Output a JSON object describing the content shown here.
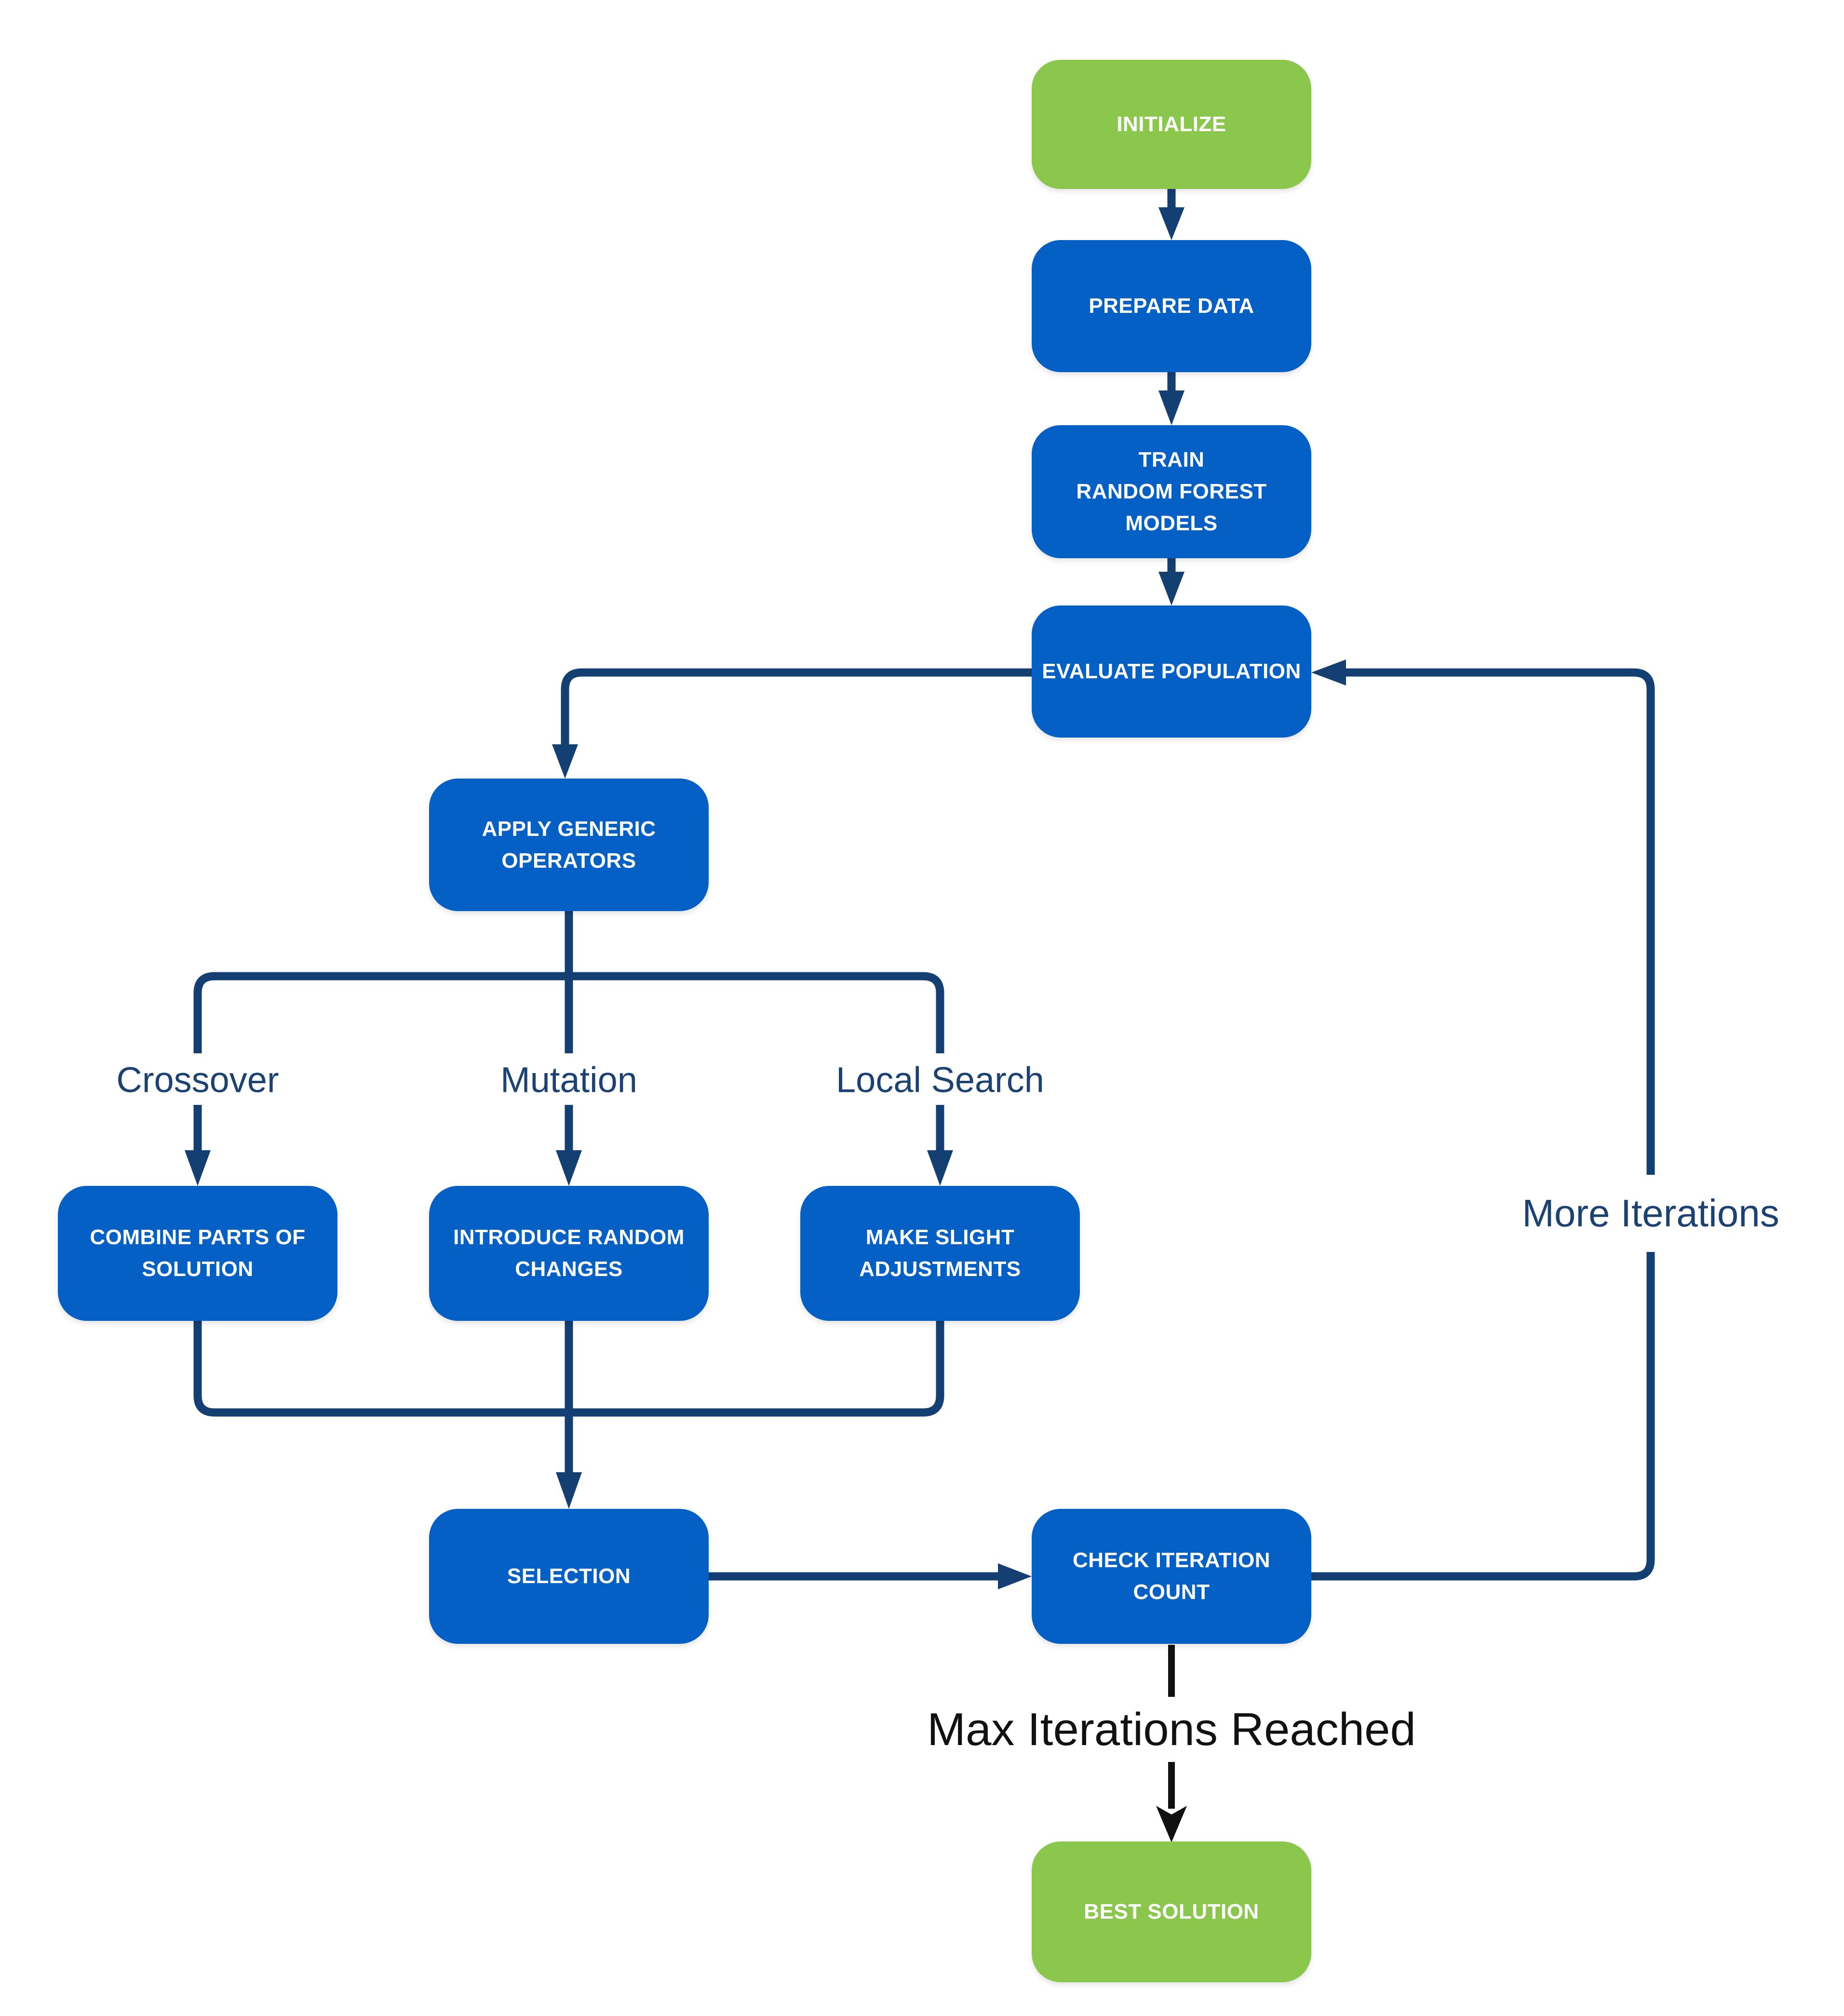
{
  "diagram": {
    "type": "flowchart",
    "direction": "top-down",
    "colors": {
      "process_fill": "#0560C6",
      "terminal_fill": "#8CC74D",
      "connector": "#133F73",
      "edge_label_text": "#1B4272",
      "final_edge": "#111111",
      "node_text": "#FFFFFF",
      "background": "#FFFFFF"
    },
    "nodes": [
      {
        "id": "initialize",
        "label": "INITIALIZE",
        "kind": "terminal"
      },
      {
        "id": "prepare-data",
        "label": "PREPARE DATA",
        "kind": "process"
      },
      {
        "id": "train-random-forest-models",
        "label": "TRAIN\nRANDOM FOREST\nMODELS",
        "kind": "process"
      },
      {
        "id": "evaluate-population",
        "label": "EVALUATE POPULATION",
        "kind": "process"
      },
      {
        "id": "apply-generic-operators",
        "label": "APPLY GENERIC\nOPERATORS",
        "kind": "process"
      },
      {
        "id": "combine-parts-of-solution",
        "label": "COMBINE PARTS OF\nSOLUTION",
        "kind": "process"
      },
      {
        "id": "introduce-random-changes",
        "label": "INTRODUCE RANDOM\nCHANGES",
        "kind": "process"
      },
      {
        "id": "make-slight-adjustments",
        "label": "MAKE SLIGHT\nADJUSTMENTS",
        "kind": "process"
      },
      {
        "id": "selection",
        "label": "SELECTION",
        "kind": "process"
      },
      {
        "id": "check-iteration-count",
        "label": "CHECK ITERATION COUNT",
        "kind": "process"
      },
      {
        "id": "best-solution",
        "label": "BEST SOLUTION",
        "kind": "terminal"
      }
    ],
    "edge_labels": [
      {
        "id": "crossover",
        "text": "Crossover"
      },
      {
        "id": "mutation",
        "text": "Mutation"
      },
      {
        "id": "local-search",
        "text": "Local Search"
      },
      {
        "id": "more-iterations",
        "text": "More Iterations"
      },
      {
        "id": "max-iterations-reached",
        "text": "Max Iterations Reached"
      }
    ]
  }
}
